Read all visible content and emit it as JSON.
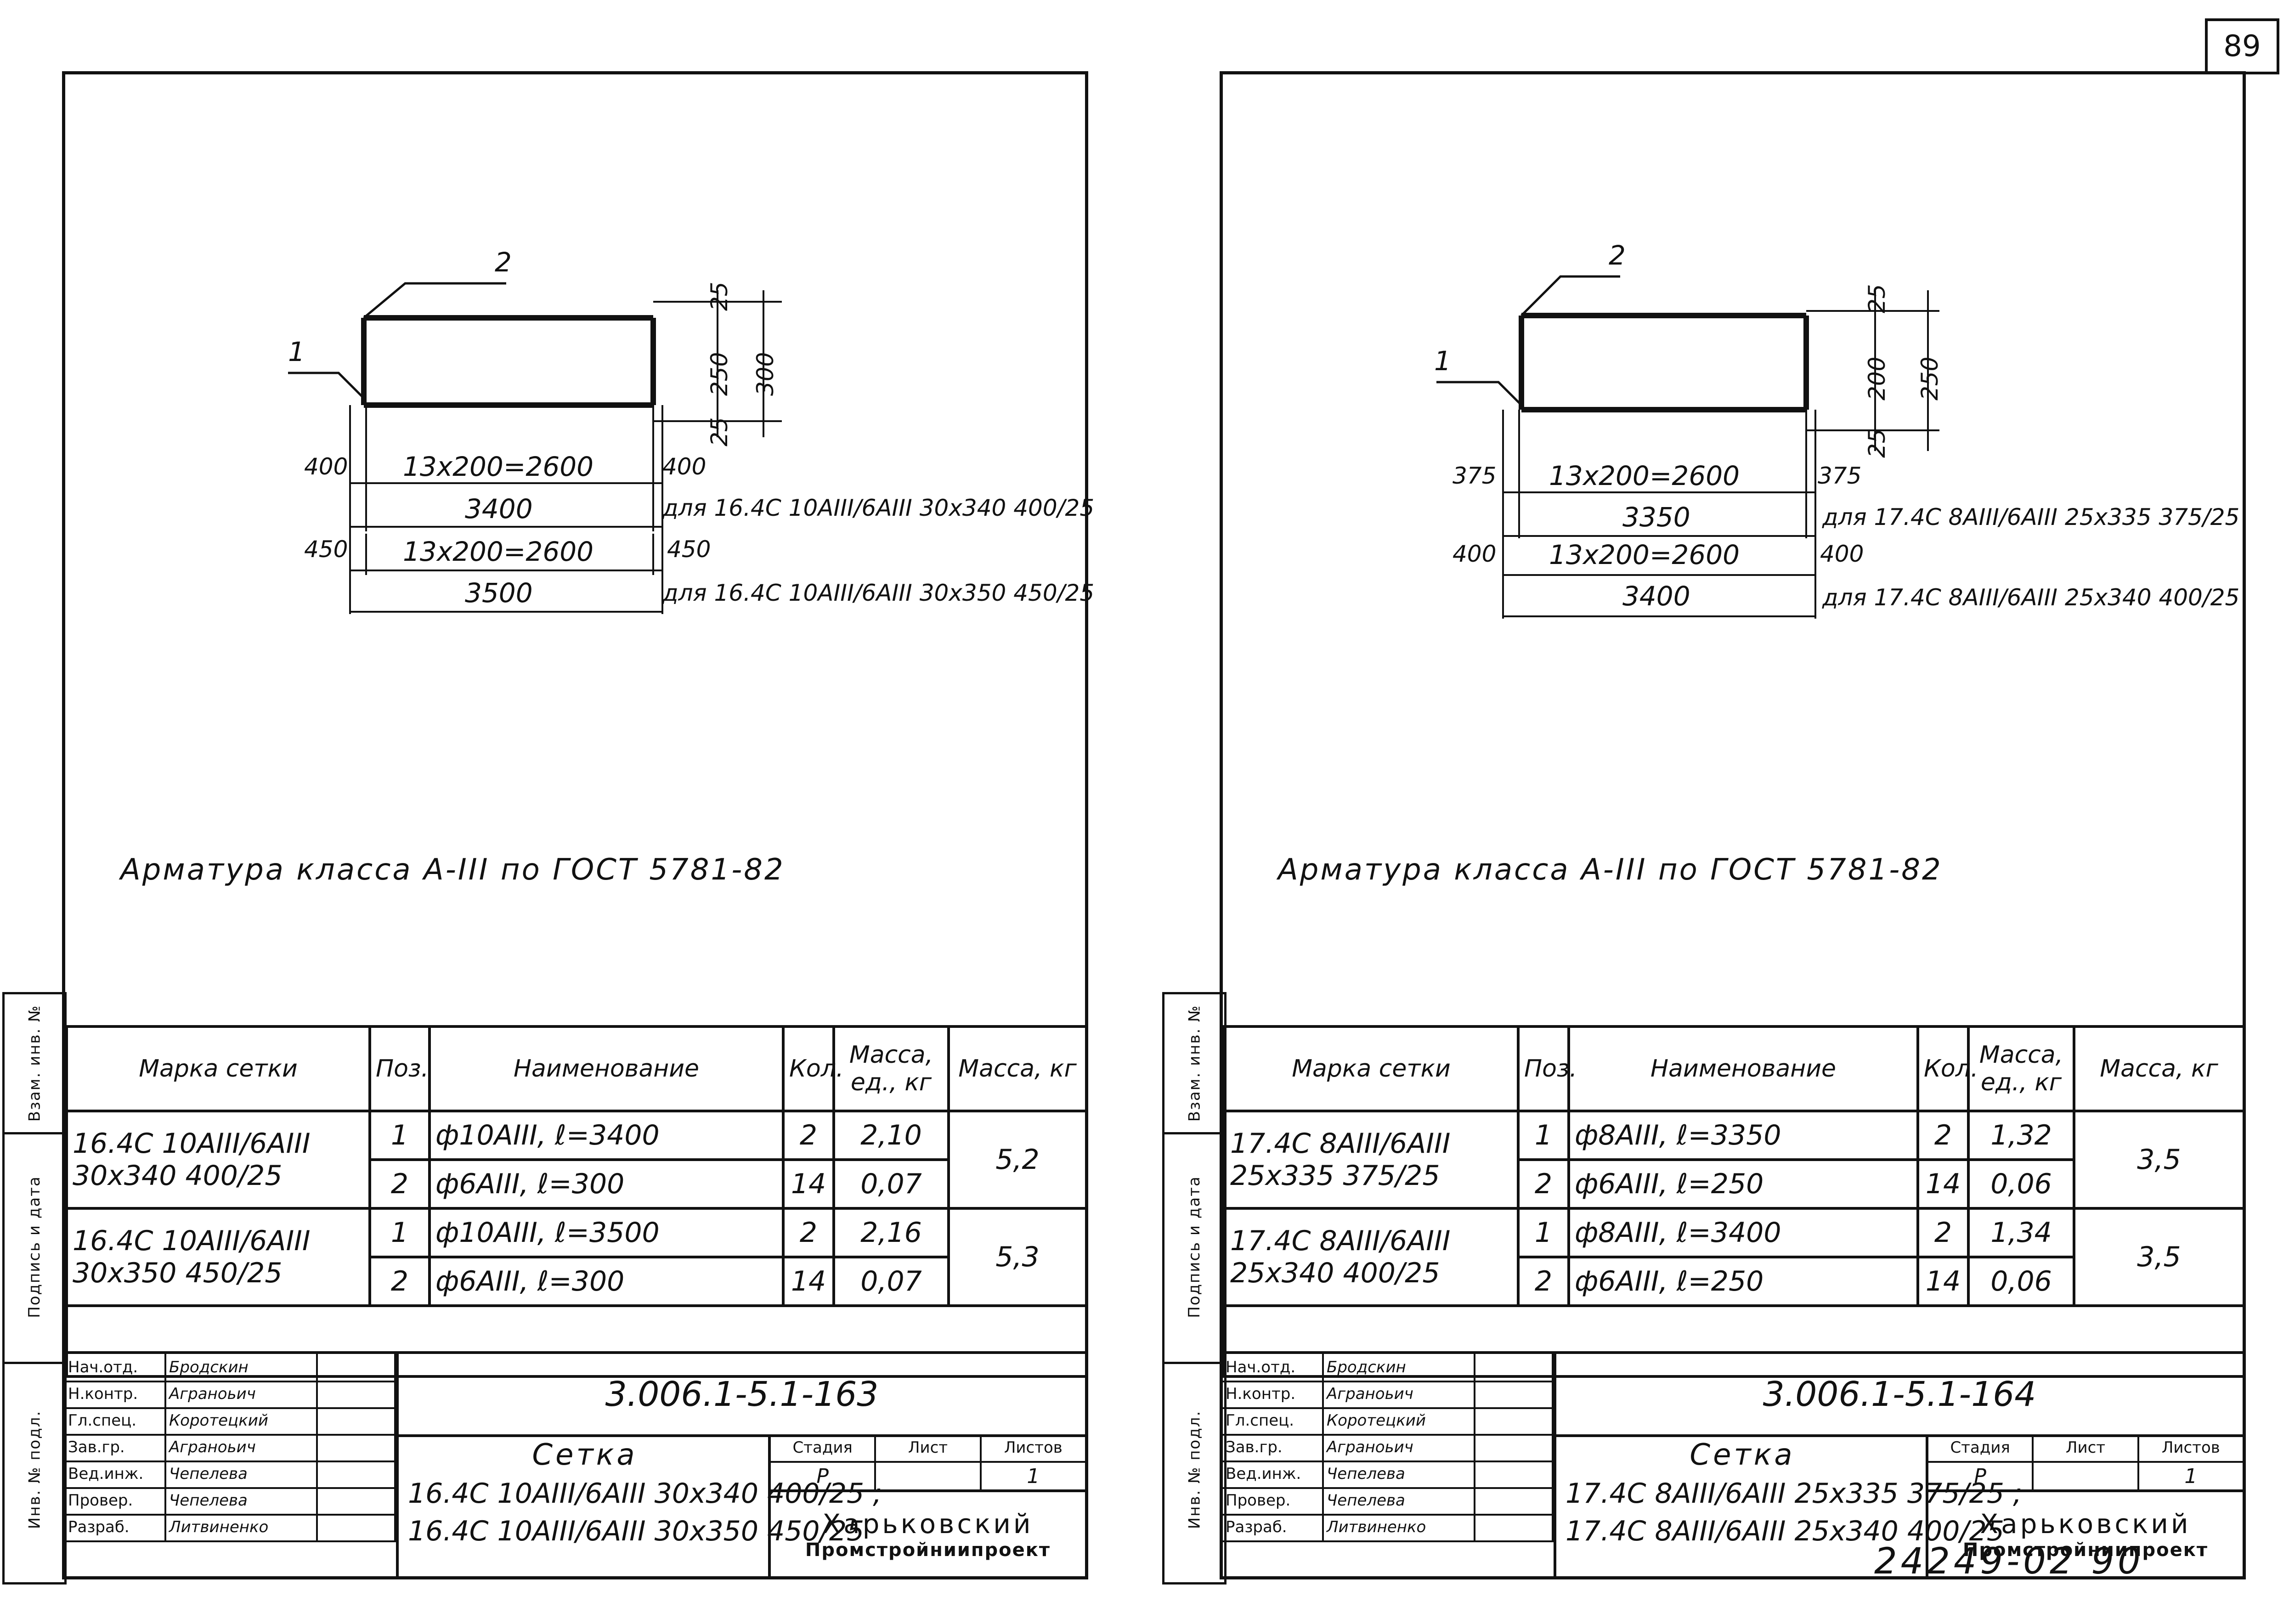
{
  "page_number": "89",
  "archive_number": "24249-02 90",
  "sheets": [
    {
      "drawing": {
        "pos1_label": "1",
        "pos2_label": "2",
        "dim_top": "25",
        "dim_mid": "250",
        "dim_total": "300",
        "dim_bottom": "25",
        "row1_left": "400",
        "row1_span": "13x200=2600",
        "row1_right": "400",
        "row1_total": "3400",
        "row1_for": "для 16.4С 10АIII/6АIII 30x340 400/25",
        "row2_left": "450",
        "row2_span": "13x200=2600",
        "row2_right": "450",
        "row2_total": "3500",
        "row2_for": "для 16.4С 10АIII/6АIII 30x350 450/25"
      },
      "note": "Арматура класса А-III по ГОСТ 5781-82",
      "table": {
        "headers": [
          "Марка сетки",
          "Поз.",
          "Наименование",
          "Кол.",
          "Масса, ед., кг",
          "Масса, кг"
        ],
        "groups": [
          {
            "mark": "16.4С 10АIII/6АIII 30x340 400/25",
            "rows": [
              {
                "pos": "1",
                "name": "ф10АIII,  ℓ=3400",
                "qty": "2",
                "unit_mass": "2,10"
              },
              {
                "pos": "2",
                "name": "ф6АIII,  ℓ=300",
                "qty": "14",
                "unit_mass": "0,07"
              }
            ],
            "total_mass": "5,2"
          },
          {
            "mark": "16.4С 10АIII/6АIII 30x350 450/25",
            "rows": [
              {
                "pos": "1",
                "name": "ф10АIII,  ℓ=3500",
                "qty": "2",
                "unit_mass": "2,16"
              },
              {
                "pos": "2",
                "name": "ф6АIII,  ℓ=300",
                "qty": "14",
                "unit_mass": "0,07"
              }
            ],
            "total_mass": "5,3"
          }
        ]
      },
      "titleblock": {
        "people": [
          {
            "role": "Нач.отд.",
            "name": "Бродскин"
          },
          {
            "role": "Н.контр.",
            "name": "Аграноьич"
          },
          {
            "role": "Гл.спец.",
            "name": "Коротецкий"
          },
          {
            "role": "Зав.гр.",
            "name": "Аграноьич"
          },
          {
            "role": "Вед.инж.",
            "name": "Чепелева"
          },
          {
            "role": "Провер.",
            "name": "Чепелева"
          },
          {
            "role": "Разраб.",
            "name": "Литвиненко"
          }
        ],
        "doc_number": "3.006.1-5.1-163",
        "title": "Сетка",
        "title_line1": "16.4С 10АIII/6АIII 30x340 400/25 ;",
        "title_line2": "16.4С 10АIII/6АIII 30x350 450/25",
        "stage_label": "Стадия",
        "sheet_label": "Лист",
        "sheets_label": "Листов",
        "stage": "Р",
        "sheet": "",
        "sheets_count": "1",
        "org_line1": "Харьковский",
        "org_line2": "Промстройниипроект"
      }
    },
    {
      "drawing": {
        "pos1_label": "1",
        "pos2_label": "2",
        "dim_top": "25",
        "dim_mid": "200",
        "dim_total": "250",
        "dim_bottom": "25",
        "row1_left": "375",
        "row1_span": "13x200=2600",
        "row1_right": "375",
        "row1_total": "3350",
        "row1_for": "для 17.4С 8АIII/6АIII 25x335 375/25",
        "row2_left": "400",
        "row2_span": "13x200=2600",
        "row2_right": "400",
        "row2_total": "3400",
        "row2_for": "для 17.4С 8АIII/6АIII 25x340 400/25"
      },
      "note": "Арматура класса А-III по ГОСТ 5781-82",
      "table": {
        "headers": [
          "Марка сетки",
          "Поз.",
          "Наименование",
          "Кол.",
          "Масса, ед., кг",
          "Масса, кг"
        ],
        "groups": [
          {
            "mark": "17.4С 8АIII/6АIII 25x335 375/25",
            "rows": [
              {
                "pos": "1",
                "name": "ф8АIII,  ℓ=3350",
                "qty": "2",
                "unit_mass": "1,32"
              },
              {
                "pos": "2",
                "name": "ф6АIII,  ℓ=250",
                "qty": "14",
                "unit_mass": "0,06"
              }
            ],
            "total_mass": "3,5"
          },
          {
            "mark": "17.4С 8АIII/6АIII 25x340 400/25",
            "rows": [
              {
                "pos": "1",
                "name": "ф8АIII,  ℓ=3400",
                "qty": "2",
                "unit_mass": "1,34"
              },
              {
                "pos": "2",
                "name": "ф6АIII,  ℓ=250",
                "qty": "14",
                "unit_mass": "0,06"
              }
            ],
            "total_mass": "3,5"
          }
        ]
      },
      "titleblock": {
        "people": [
          {
            "role": "Нач.отд.",
            "name": "Бродскин"
          },
          {
            "role": "Н.контр.",
            "name": "Аграноьич"
          },
          {
            "role": "Гл.спец.",
            "name": "Коротецкий"
          },
          {
            "role": "Зав.гр.",
            "name": "Аграноьич"
          },
          {
            "role": "Вед.инж.",
            "name": "Чепелева"
          },
          {
            "role": "Провер.",
            "name": "Чепелева"
          },
          {
            "role": "Разраб.",
            "name": "Литвиненко"
          }
        ],
        "doc_number": "3.006.1-5.1-164",
        "title": "Сетка",
        "title_line1": "17.4С 8АIII/6АIII 25x335 375/25 ;",
        "title_line2": "17.4С 8АIII/6АIII 25x340 400/25",
        "stage_label": "Стадия",
        "sheet_label": "Лист",
        "sheets_label": "Листов",
        "stage": "Р",
        "sheet": "",
        "sheets_count": "1",
        "org_line1": "Харьковский",
        "org_line2": "Промстройниипроект"
      }
    }
  ],
  "side_strip": [
    "Инв. № подл.",
    "Подпись и дата",
    "Взам. инв. №"
  ]
}
